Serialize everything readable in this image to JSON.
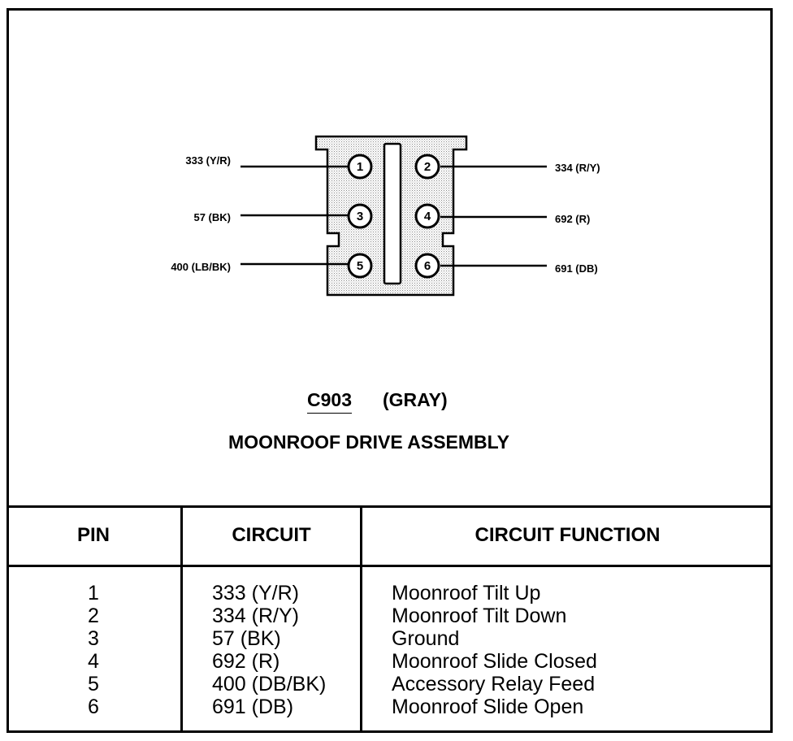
{
  "connector": {
    "id": "C903",
    "color": "(GRAY)",
    "name": "MOONROOF DRIVE ASSEMBLY",
    "pins": [
      {
        "pin": "1",
        "wire": "333 (Y/R)"
      },
      {
        "pin": "2",
        "wire": "334 (R/Y)"
      },
      {
        "pin": "3",
        "wire": "57 (BK)"
      },
      {
        "pin": "4",
        "wire": "692 (R)"
      },
      {
        "pin": "5",
        "wire": "400 (LB/BK)"
      },
      {
        "pin": "6",
        "wire": "691 (DB)"
      }
    ]
  },
  "table": {
    "headers": {
      "pin": "PIN",
      "circuit": "CIRCUIT",
      "function": "CIRCUIT FUNCTION"
    },
    "rows": [
      {
        "pin": "1",
        "circuit": "333 (Y/R)",
        "function": "Moonroof Tilt Up"
      },
      {
        "pin": "2",
        "circuit": "334 (R/Y)",
        "function": "Moonroof Tilt Down"
      },
      {
        "pin": "3",
        "circuit": "57 (BK)",
        "function": "Ground"
      },
      {
        "pin": "4",
        "circuit": "692 (R)",
        "function": "Moonroof Slide Closed"
      },
      {
        "pin": "5",
        "circuit": "400 (DB/BK)",
        "function": "Accessory Relay Feed"
      },
      {
        "pin": "6",
        "circuit": "691 (DB)",
        "function": "Moonroof Slide Open"
      }
    ]
  }
}
